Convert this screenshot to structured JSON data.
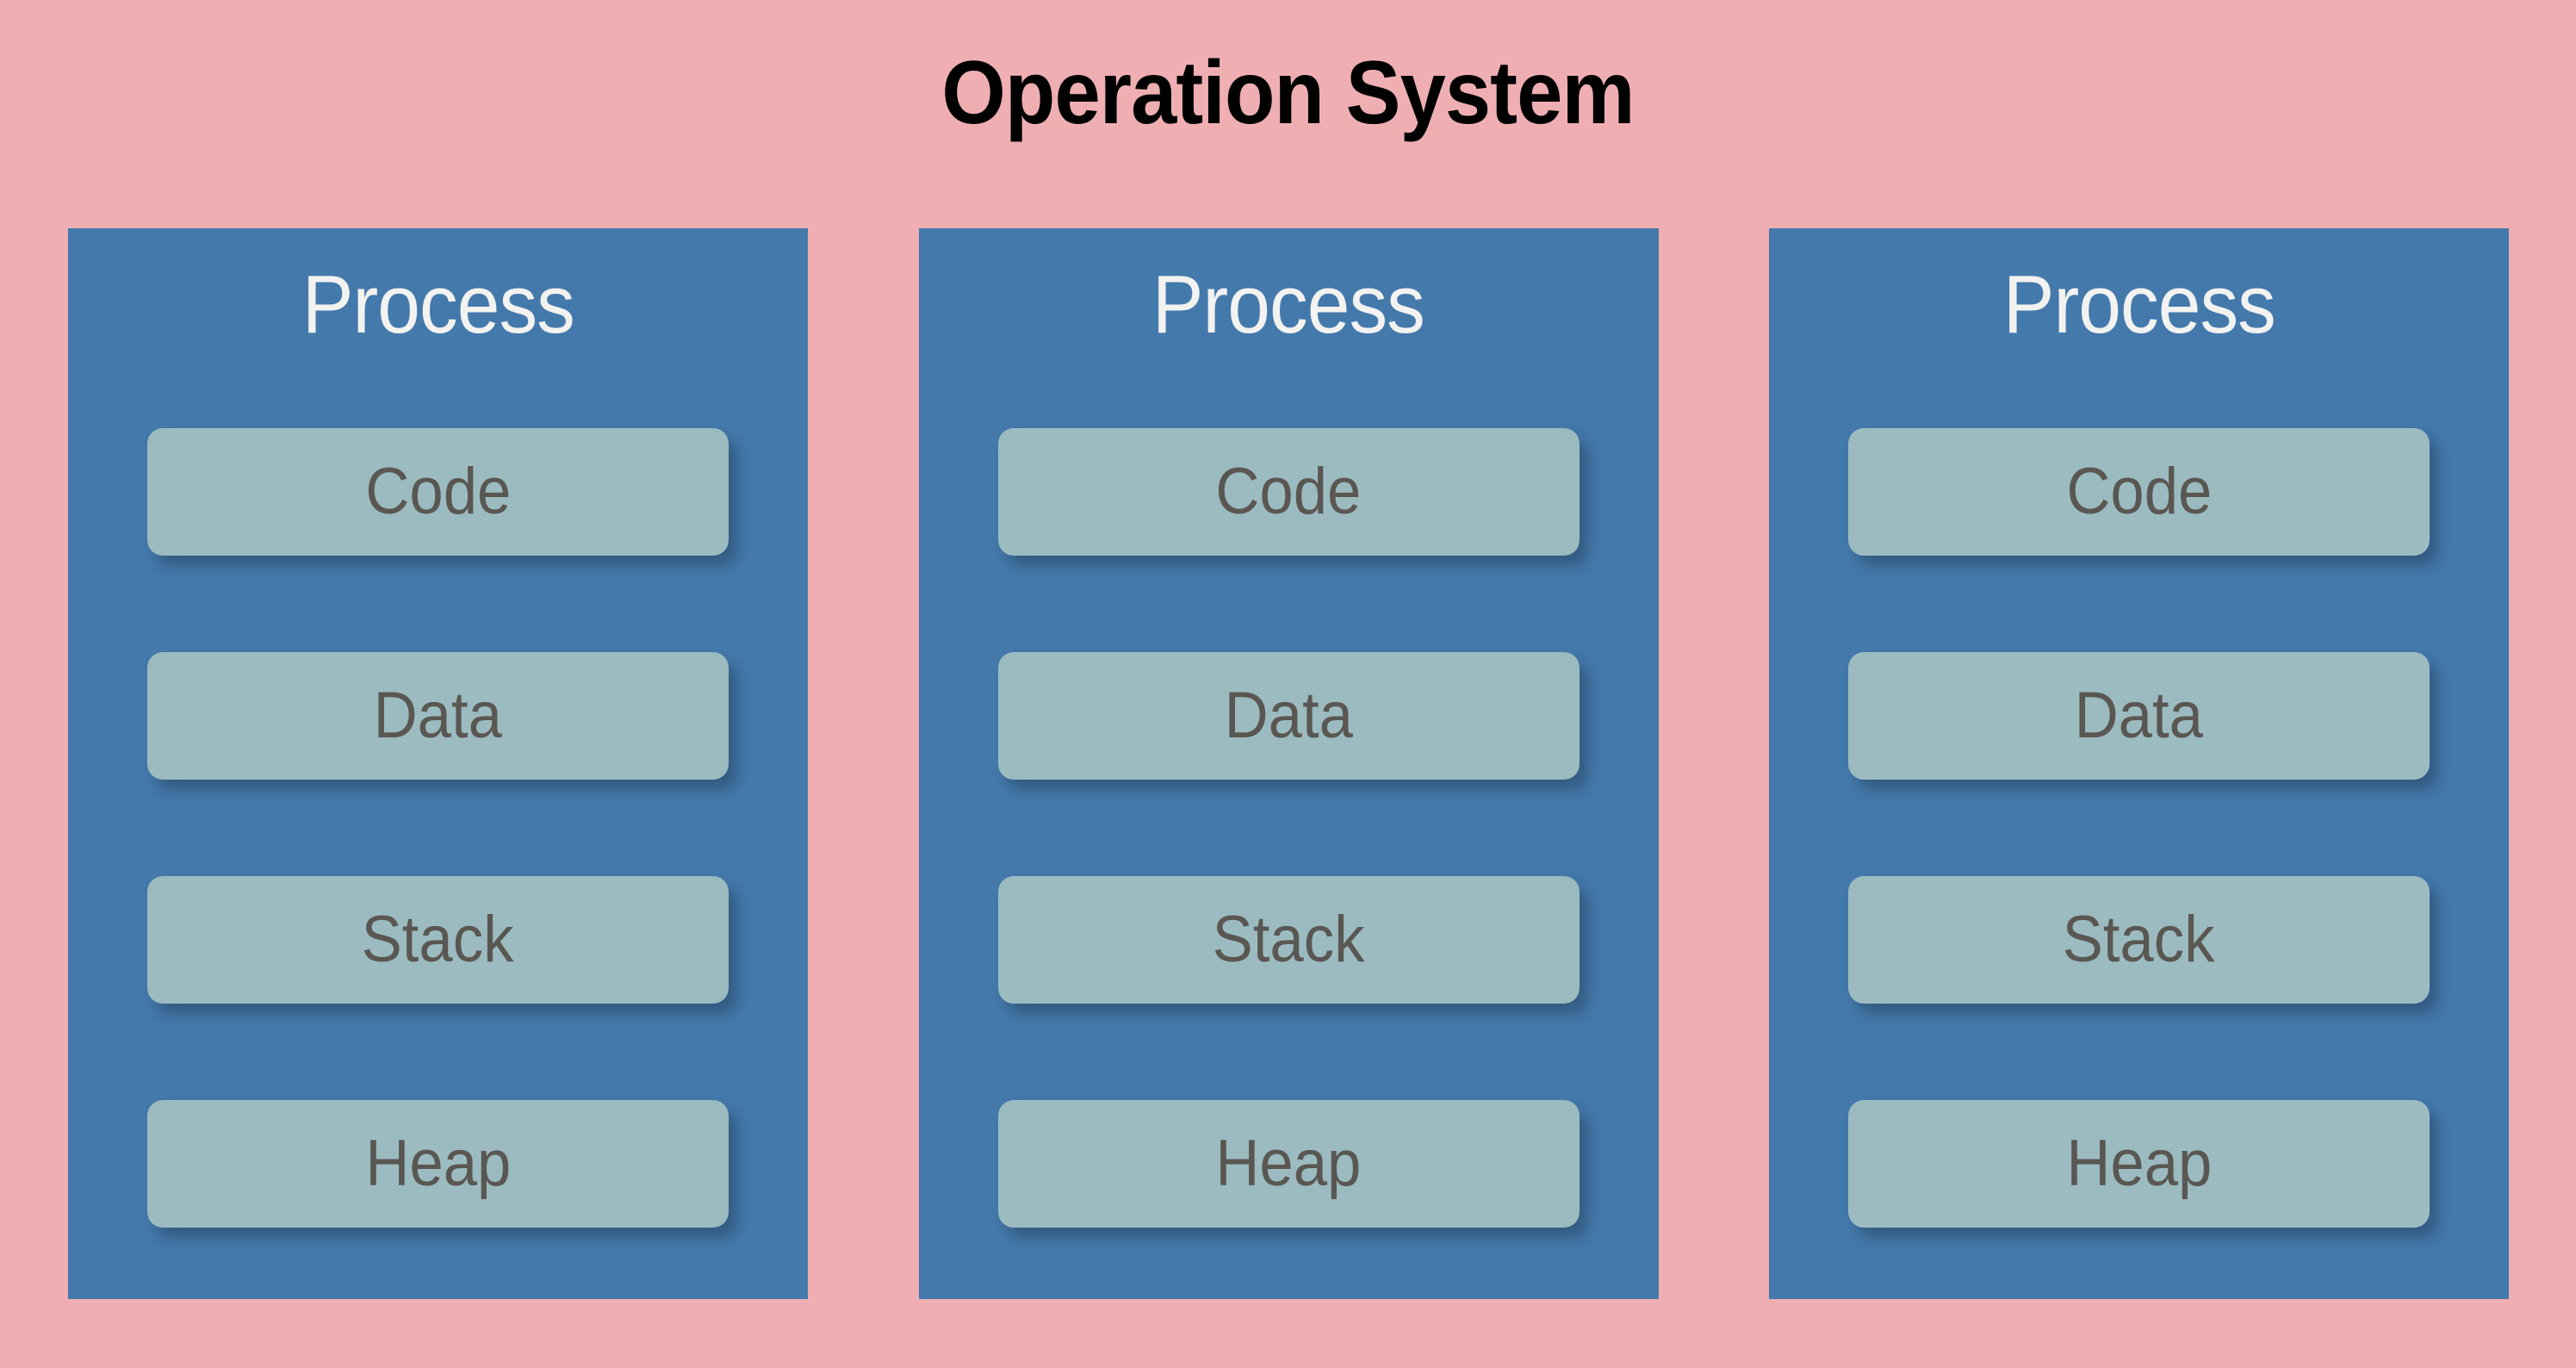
{
  "diagram": {
    "title": "Operation System",
    "colors": {
      "background": "#efafb2",
      "process_box": "#4479ac",
      "segment_box": "#9bbbc0",
      "title_text": "#000000",
      "process_heading_text": "#f2f2f0",
      "segment_label_text": "#5a5752"
    },
    "processes": [
      {
        "heading": "Process",
        "segments": [
          {
            "label": "Code"
          },
          {
            "label": "Data"
          },
          {
            "label": "Stack"
          },
          {
            "label": "Heap"
          }
        ]
      },
      {
        "heading": "Process",
        "segments": [
          {
            "label": "Code"
          },
          {
            "label": "Data"
          },
          {
            "label": "Stack"
          },
          {
            "label": "Heap"
          }
        ]
      },
      {
        "heading": "Process",
        "segments": [
          {
            "label": "Code"
          },
          {
            "label": "Data"
          },
          {
            "label": "Stack"
          },
          {
            "label": "Heap"
          }
        ]
      }
    ]
  }
}
